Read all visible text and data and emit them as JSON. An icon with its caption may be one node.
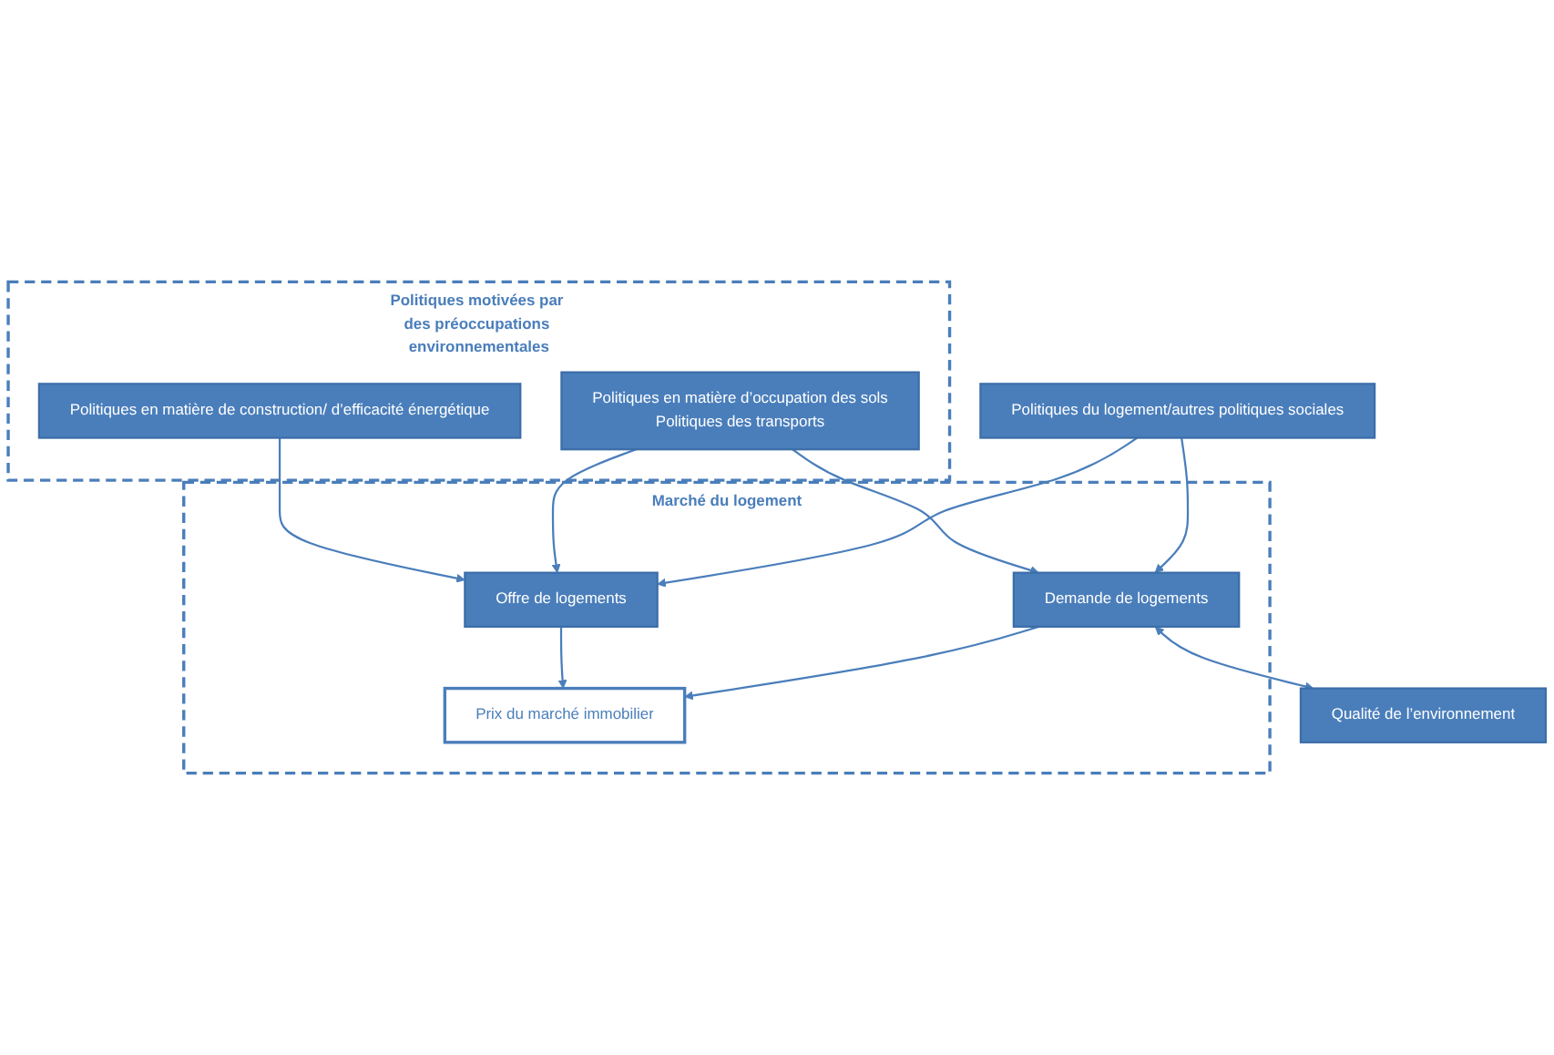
{
  "diagram": {
    "nodes": [
      {
        "text": [
          "Politiques motivées par des préoccupations environnementales"
        ]
      },
      {
        "text": [
          "Politiques en matière de construction/ d’efficacité énergétique"
        ],
        "in": 0
      },
      {
        "text": [
          "Politiques en matière d’occupation des sols",
          "Politiques des transports"
        ],
        "in": 0
      },
      {
        "text": [
          "Marché du logement"
        ]
      },
      {
        "text": [
          "Offre de logements"
        ],
        "in": 3
      },
      {
        "text": [
          "Prix du marché immobilier"
        ],
        "in": 3
      },
      {
        "text": [
          "Demande de logements"
        ],
        "in": 3
      },
      {
        "text": [
          "Qualité de l’environnement"
        ]
      },
      {
        "text": [
          "Politiques du logement/autres politiques sociales"
        ]
      }
    ],
    "edges": [
      {
        "from": 1,
        "to": 4,
        "arrow": "to"
      },
      {
        "from": 2,
        "to": 4,
        "arrow": "to"
      },
      {
        "from": 2,
        "to": 6,
        "arrow": "to"
      },
      {
        "from": 4,
        "to": 5,
        "arrow": "to"
      },
      {
        "from": 6,
        "to": 5,
        "arrow": "to"
      },
      {
        "from": 6,
        "to": 7,
        "arrow": "both"
      },
      {
        "from": 8,
        "to": 4,
        "arrow": "to"
      },
      {
        "from": 8,
        "to": 6,
        "arrow": "to"
      }
    ]
  }
}
